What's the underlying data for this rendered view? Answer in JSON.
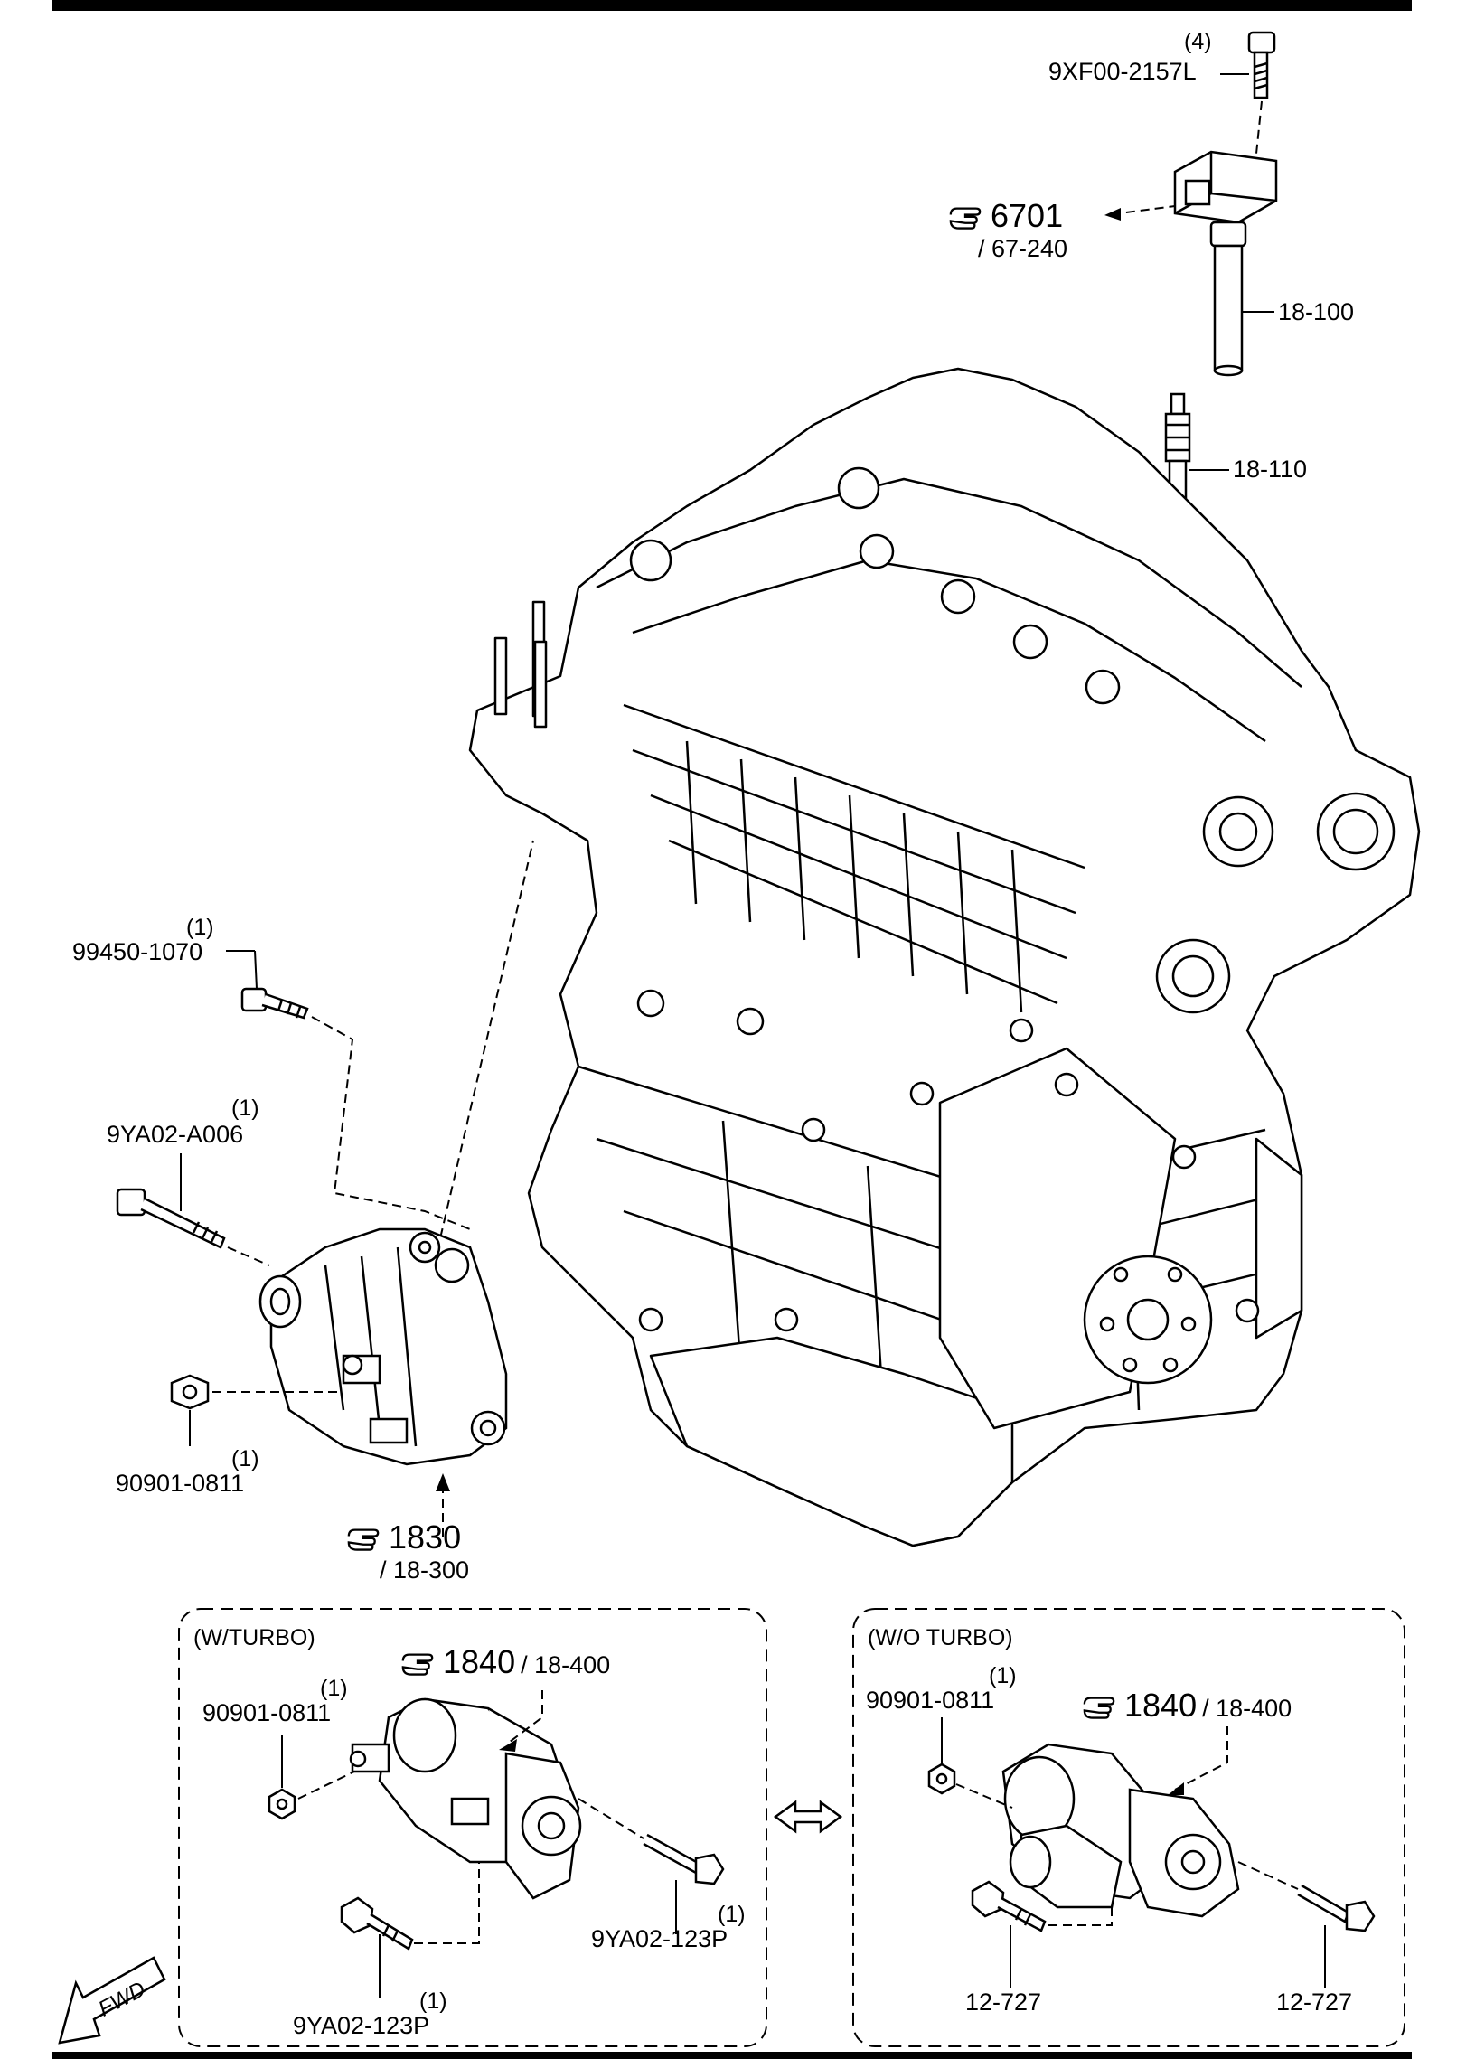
{
  "coil_bolt": {
    "qty": "(4)",
    "part": "9XF00-2157L"
  },
  "coil_connector_ref": {
    "group": "6701",
    "page": "/ 67-240"
  },
  "ignition_coil": {
    "part": "18-100"
  },
  "spark_plug": {
    "part": "18-110"
  },
  "alt_upper_bolt": {
    "qty": "(1)",
    "part": "99450-1070"
  },
  "alt_long_bolt": {
    "qty": "(1)",
    "part": "9YA02-A006"
  },
  "alt_nut": {
    "qty": "(1)",
    "part": "90901-0811"
  },
  "alternator_ref": {
    "group": "1830",
    "page": "/ 18-300"
  },
  "turbo_box": {
    "title": "(W/TURBO)",
    "starter_ref": {
      "group": "1840",
      "page": "/ 18-400"
    },
    "nut": {
      "qty": "(1)",
      "part": "90901-0811"
    },
    "bolt_right": {
      "qty": "(1)",
      "part": "9YA02-123P"
    },
    "bolt_bottom": {
      "qty": "(1)",
      "part": "9YA02-123P"
    }
  },
  "noturbo_box": {
    "title": "(W/O TURBO)",
    "starter_ref": {
      "group": "1840",
      "page": "/ 18-400"
    },
    "nut": {
      "qty": "(1)",
      "part": "90901-0811"
    },
    "bolt_left": {
      "part": "12-727"
    },
    "bolt_right": {
      "part": "12-727"
    }
  },
  "fwd_arrow": {
    "text": "FWD"
  }
}
